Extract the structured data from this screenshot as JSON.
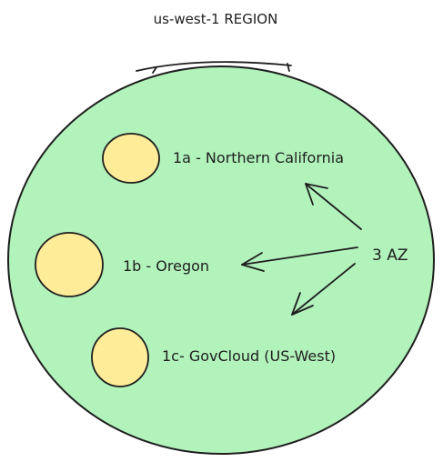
{
  "region": {
    "title": "us-west-1 REGION",
    "fill_color": "#b2f2bb",
    "stroke_color": "#1e1e1e"
  },
  "availability_zones": [
    {
      "label": "1a - Northern California",
      "fill_color": "#ffec99"
    },
    {
      "label": "1b - Oregon",
      "fill_color": "#ffec99"
    },
    {
      "label": "1c- GovCloud (US-West)",
      "fill_color": "#ffec99"
    }
  ],
  "az_count": {
    "label": "3 AZ"
  }
}
